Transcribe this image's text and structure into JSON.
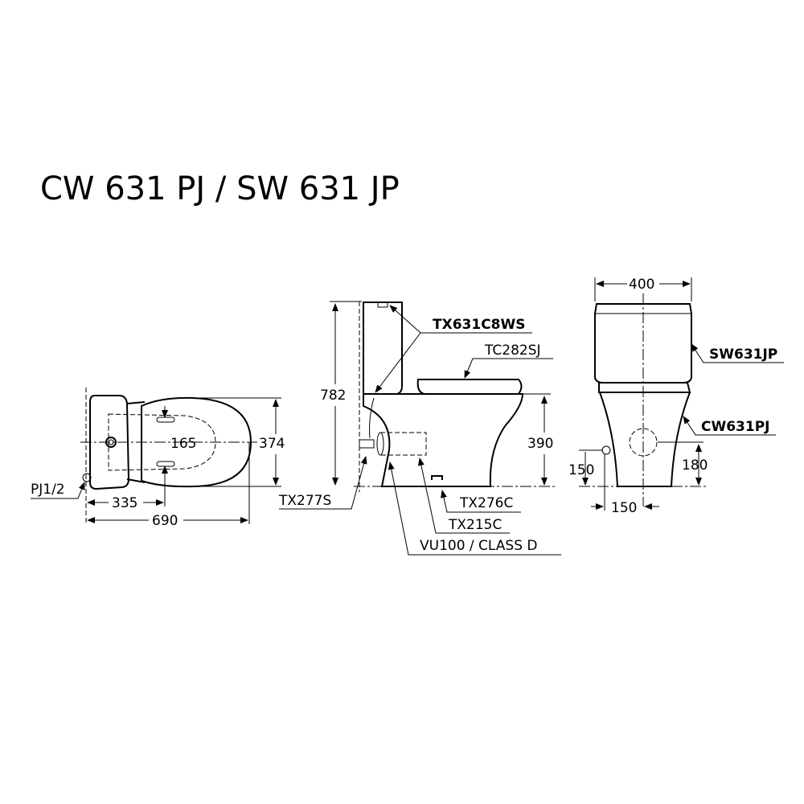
{
  "title": "CW 631 PJ / SW 631 JP",
  "top_view": {
    "dim_width": "374",
    "dim_bolt_spacing": "165",
    "dim_bolt_offset": "335",
    "dim_length": "690",
    "inlet_label": "PJ1/2"
  },
  "side_view": {
    "dim_height": "782",
    "dim_seat_height": "390",
    "labels": [
      "TX631C8WS",
      "TC282SJ",
      "TX277S",
      "TX276C",
      "TX215C",
      "VU100 / CLASS D"
    ]
  },
  "front_view": {
    "dim_width": "400",
    "label_tank": "SW631JP",
    "label_bowl": "CW631PJ",
    "dim_inlet_height": "150",
    "dim_outlet_height": "180",
    "dim_inlet_offset": "150"
  }
}
